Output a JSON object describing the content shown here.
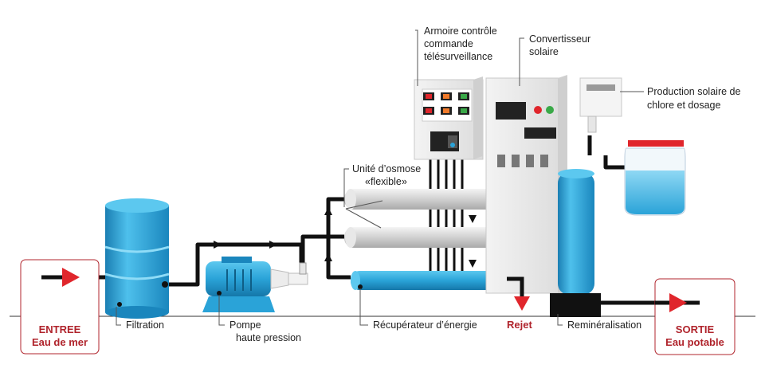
{
  "labels": {
    "armoire_line1": "Armoire contrôle",
    "armoire_line2": "commande",
    "armoire_line3": "télésurveillance",
    "convertisseur_line1": "Convertisseur",
    "convertisseur_line2": "solaire",
    "chlore_line1": "Production solaire de",
    "chlore_line2": "chlore et dosage",
    "osmose_line1": "Unité d’osmose",
    "osmose_line2": "«flexible»",
    "filtration": "Filtration",
    "pompe_line1": "Pompe",
    "pompe_line2": "haute pression",
    "recuperateur": "Récupérateur d’énergie",
    "rejet": "Rejet",
    "remineralisation": "Reminéralisation"
  },
  "entree": {
    "line1": "ENTREE",
    "line2": "Eau de mer"
  },
  "sortie": {
    "line1": "SORTIE",
    "line2": "Eau potable"
  },
  "colors": {
    "water_blue": "#2aa3d8",
    "pipe": "#111111",
    "accent_red": "#e0262c",
    "label_red": "#b0242c",
    "cabinet_gray": "#e6e6e6",
    "membrane_gray": "#cfcfcf"
  }
}
